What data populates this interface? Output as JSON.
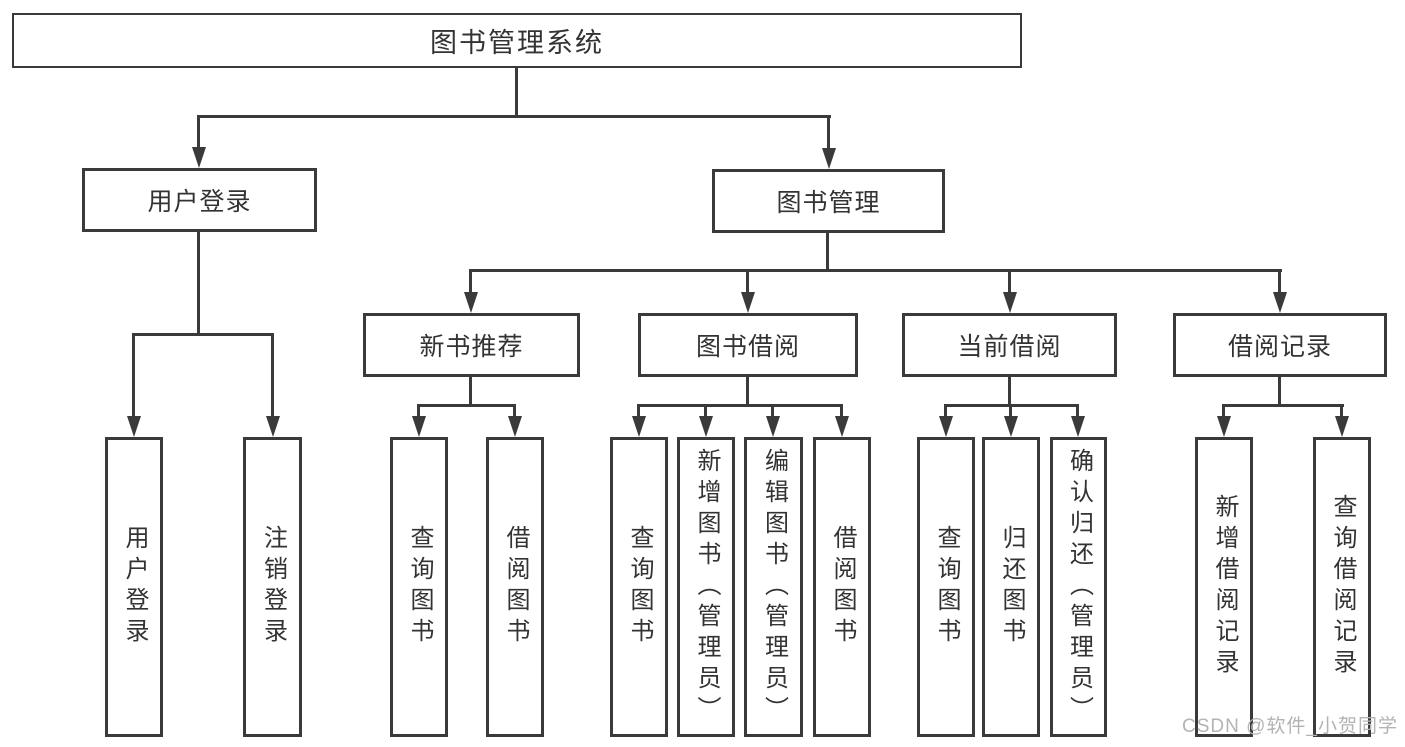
{
  "tree": {
    "root": "图书管理系统",
    "user_login": {
      "label": "用户登录",
      "children": [
        "用户登录",
        "注销登录"
      ]
    },
    "book_management": {
      "label": "图书管理",
      "sections": [
        {
          "label": "新书推荐",
          "children": [
            "查询图书",
            "借阅图书"
          ]
        },
        {
          "label": "图书借阅",
          "children": [
            "查询图书",
            "新增图书（管理员）",
            "编辑图书（管理员）",
            "借阅图书"
          ]
        },
        {
          "label": "当前借阅",
          "children": [
            "查询图书",
            "归还图书",
            "确认归还（管理员）"
          ]
        },
        {
          "label": "借阅记录",
          "children": [
            "新增借阅记录",
            "查询借阅记录"
          ]
        }
      ]
    }
  },
  "watermark": "CSDN @软件_小贺同学",
  "colors": {
    "line": "#3a3a3a",
    "text": "#333333",
    "watermark": "#b3b3b3",
    "background": "#ffffff"
  }
}
